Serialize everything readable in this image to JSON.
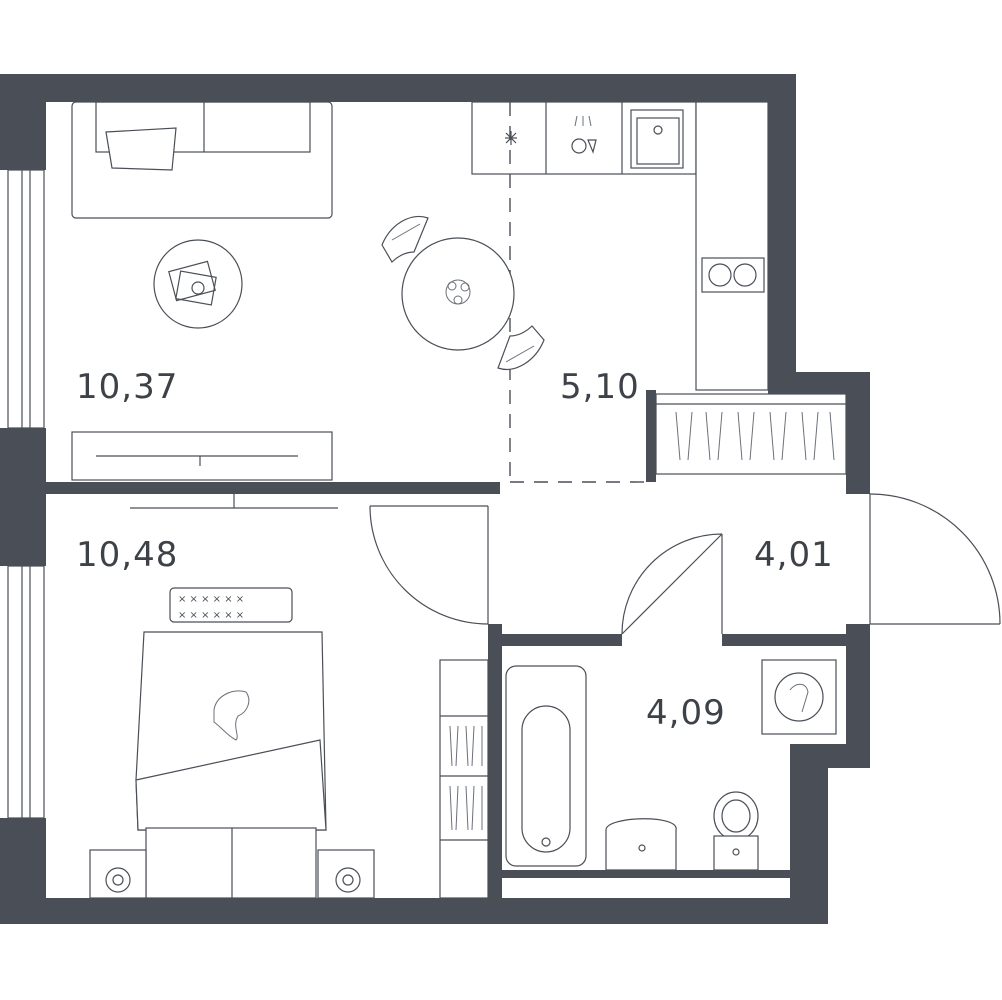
{
  "rooms": {
    "living_area": "10,37",
    "kitchen_area": "5,10",
    "bedroom_area": "10,48",
    "hall_area": "4,01",
    "bathroom_area": "4,09"
  },
  "colors": {
    "wall": "#4a4f57",
    "line": "#4a4f57",
    "text": "#3d4249",
    "background": "#ffffff"
  }
}
